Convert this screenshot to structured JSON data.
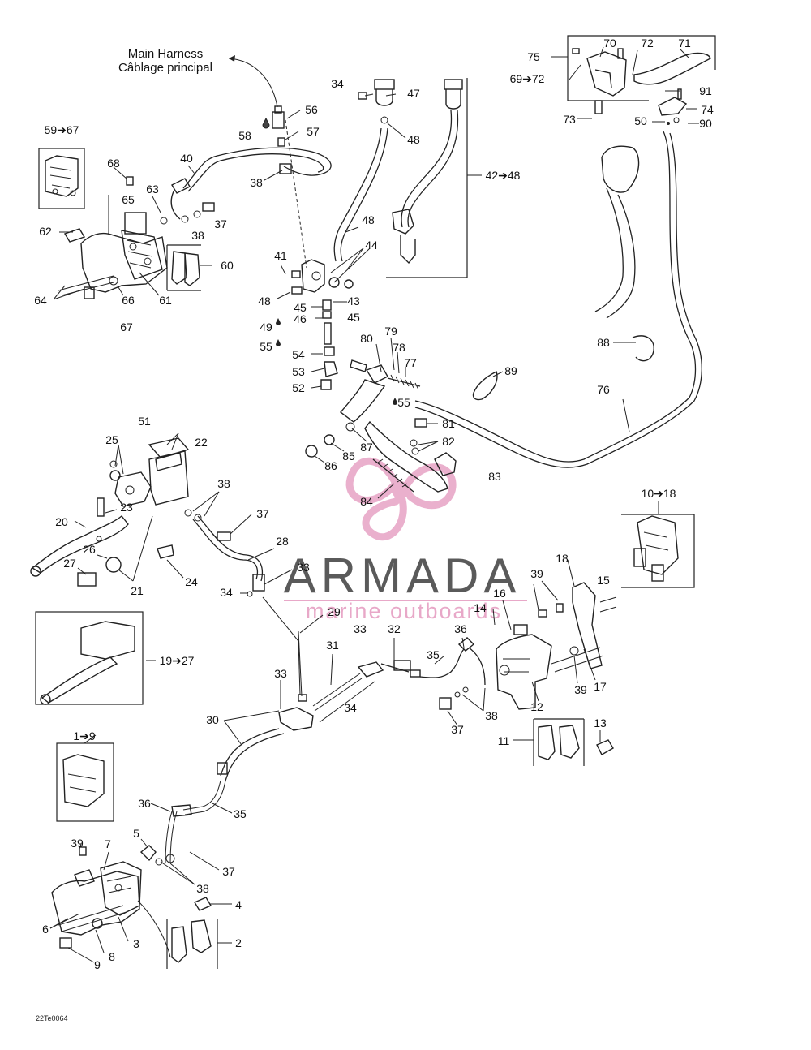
{
  "harness": {
    "line1": "Main Harness",
    "line2": "Câblage principal"
  },
  "watermark": {
    "brand": "ARMADA",
    "tagline": "marine outboards",
    "brand_color": "#5a5a5a",
    "accent_color": "#e8a8c8"
  },
  "drawing_code": "22Te0064",
  "callouts": {
    "c1": "1➔9",
    "c2": "2",
    "c3": "3",
    "c4": "4",
    "c5": "5",
    "c6": "6",
    "c7": "7",
    "c8": "8",
    "c9": "9",
    "c10": "10➔18",
    "c11": "11",
    "c12": "12",
    "c13": "13",
    "c14": "14",
    "c15": "15",
    "c16": "16",
    "c17": "17",
    "c18": "18",
    "c19": "19➔27",
    "c20": "20",
    "c21": "21",
    "c22": "22",
    "c23": "23",
    "c24": "24",
    "c25": "25",
    "c26": "26",
    "c27": "27",
    "c28": "28",
    "c29": "29",
    "c30": "30",
    "c31": "31",
    "c32": "32",
    "c33a": "33",
    "c33b": "33",
    "c33c": "33",
    "c34a": "34",
    "c34b": "34",
    "c34c": "34",
    "c35a": "35",
    "c35b": "35",
    "c36a": "36",
    "c36b": "36",
    "c37a": "37",
    "c37b": "37",
    "c37c": "37",
    "c37d": "37",
    "c38a": "38",
    "c38b": "38",
    "c38c": "38",
    "c38d": "38",
    "c38e": "38",
    "c39a": "39",
    "c39b": "39",
    "c39c": "39",
    "c40": "40",
    "c41": "41",
    "c42": "42➔48",
    "c43": "43",
    "c44": "44",
    "c45a": "45",
    "c45b": "45",
    "c46": "46",
    "c47": "47",
    "c48a": "48",
    "c48b": "48",
    "c48c": "48",
    "c49": "49",
    "c50": "50",
    "c51": "51",
    "c52": "52",
    "c53": "53",
    "c54": "54",
    "c55a": "55",
    "c55b": "55",
    "c56": "56",
    "c57": "57",
    "c58": "58",
    "c59": "59➔67",
    "c60": "60",
    "c61": "61",
    "c62": "62",
    "c63": "63",
    "c64": "64",
    "c65": "65",
    "c66": "66",
    "c67": "67",
    "c68": "68",
    "c69": "69➔72",
    "c70": "70",
    "c71": "71",
    "c72": "72",
    "c73": "73",
    "c74": "74",
    "c75": "75",
    "c76": "76",
    "c77": "77",
    "c78": "78",
    "c79": "79",
    "c80": "80",
    "c81": "81",
    "c82": "82",
    "c83": "83",
    "c84": "84",
    "c85": "85",
    "c86": "86",
    "c87": "87",
    "c88": "88",
    "c89": "89",
    "c90": "90",
    "c91": "91"
  }
}
